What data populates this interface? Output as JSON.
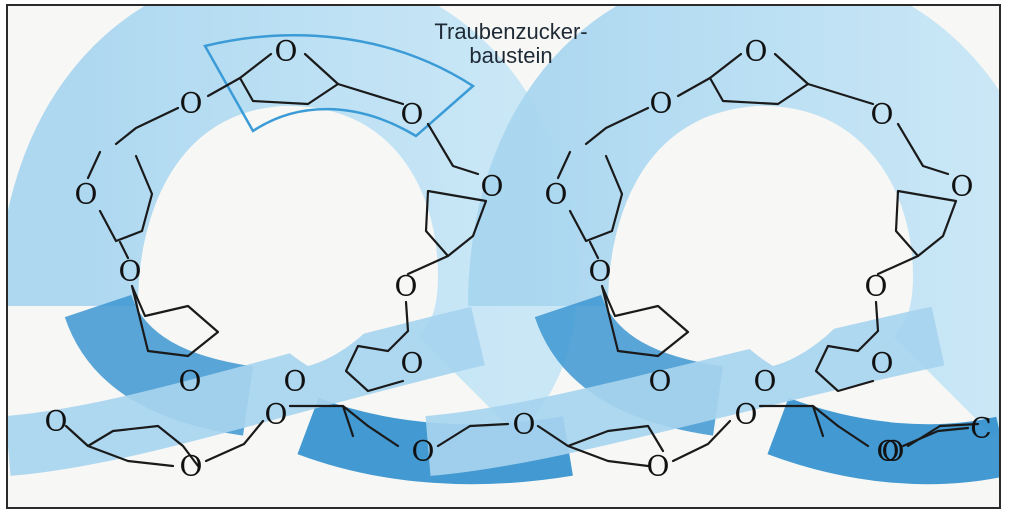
{
  "caption_line1": "Traubenzucker-",
  "caption_line2": "baustein",
  "oxygen_symbol": "O",
  "end_symbol": "C",
  "colors": {
    "ribbon_light": "#b9dff3",
    "ribbon_dark": "#2e8fcc",
    "bond": "#1a1a1a",
    "highlight": "#3b9bd6",
    "faded_o": "#6ab8e6"
  }
}
